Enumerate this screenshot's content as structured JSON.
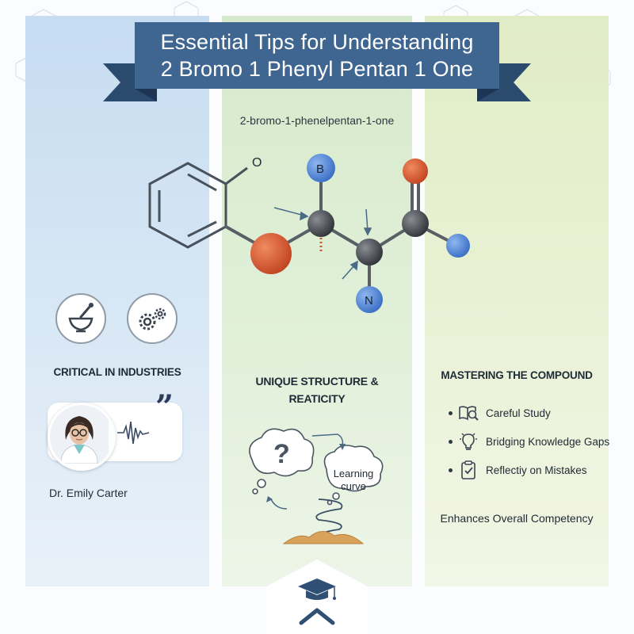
{
  "banner": {
    "title_line1": "Essential Tips for Understanding",
    "title_line2": "2 Bromo 1 Phenyl Pentan 1 One"
  },
  "molecule": {
    "name": "2-bromo-1-phenelpentan-1-one",
    "label_o": "O",
    "label_b": "B",
    "label_n": "N"
  },
  "left": {
    "icons": [
      "mortar-pestle-icon",
      "gears-icon"
    ],
    "heading": "CRITICAL IN INDUSTRIES",
    "quote_mark": "”",
    "person_name": "Dr. Emily Carter"
  },
  "middle": {
    "heading_line1": "UNIQUE STRUCTURE &",
    "heading_line2": "REATICITY",
    "question_mark": "?",
    "curve_label_line1": "Learning",
    "curve_label_line2": "curve"
  },
  "right": {
    "heading": "MASTERING THE COMPOUND",
    "items": [
      {
        "label": "Careful Study",
        "icon": "book-magnifier-icon"
      },
      {
        "label": "Bridging Knowledge Gaps",
        "icon": "lightbulb-icon"
      },
      {
        "label": "Reflectiy on Mistakes",
        "icon": "checklist-icon"
      }
    ],
    "footer": "Enhances Overall Competency"
  },
  "colors": {
    "banner": "#3f6690",
    "banner_dark": "#2b4b6e",
    "atom_red": "#d2532f",
    "atom_blue": "#4a7ed0",
    "atom_grey": "#4a4e54"
  }
}
